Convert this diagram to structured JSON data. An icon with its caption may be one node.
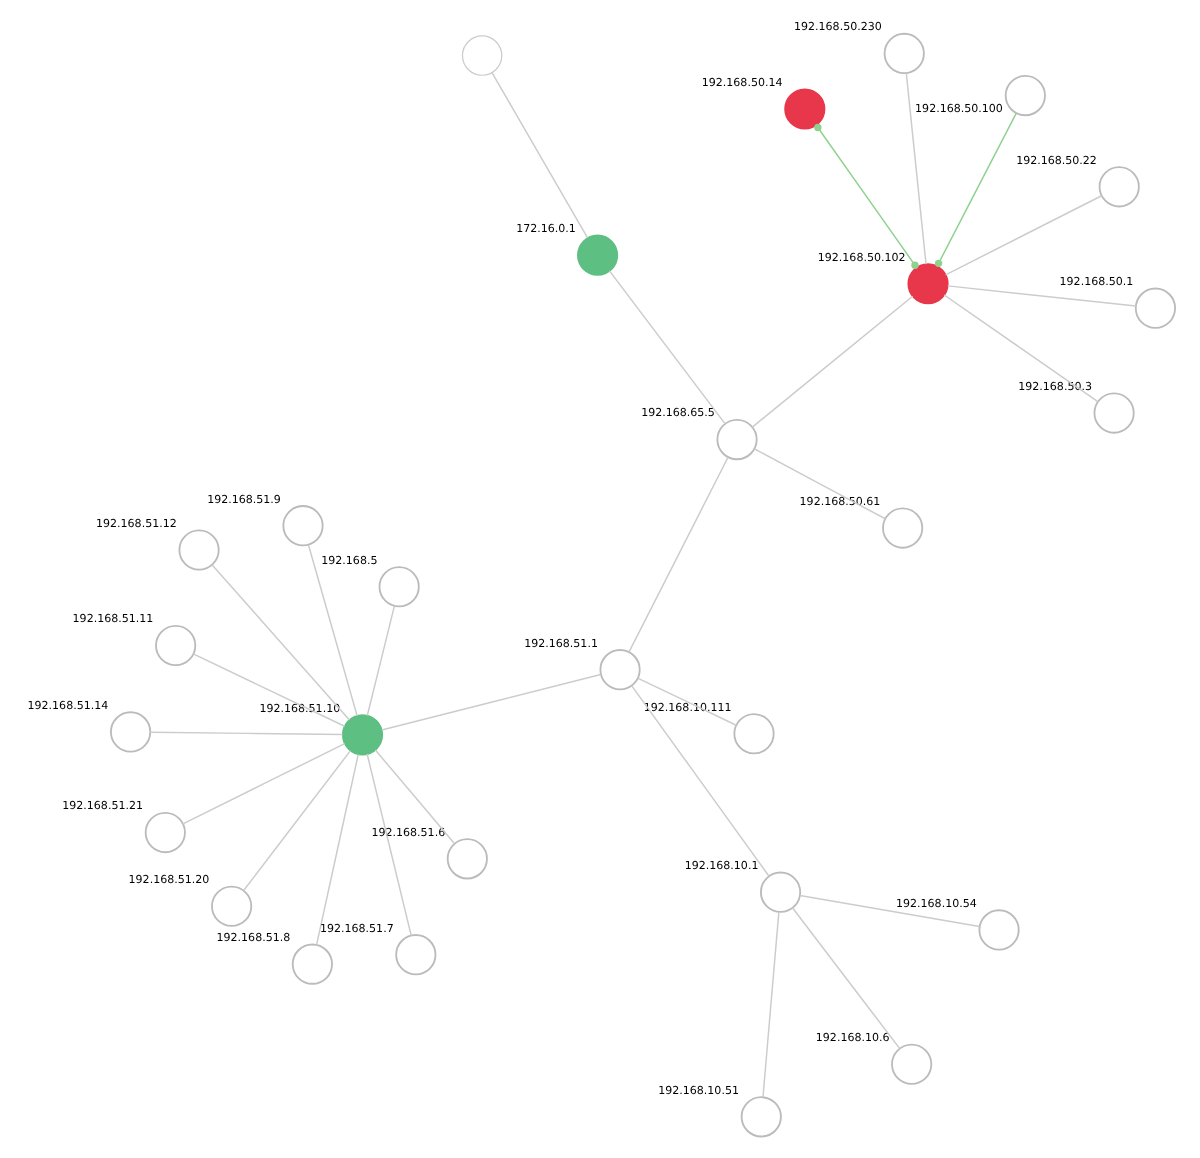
{
  "diagram": {
    "nodes": [
      {
        "text": [],
        "shape": "circle"
      },
      {
        "text": [
          "172.16.0.1"
        ]
      },
      {
        "text": [
          "192.168.50.61"
        ]
      },
      {
        "text": [
          "192.168.65.5"
        ]
      },
      {
        "text": [
          "192.168.51.1"
        ]
      },
      {
        "text": [
          "192.168.10.111"
        ]
      },
      {
        "text": [
          "192.168.10.1"
        ]
      },
      {
        "text": [
          "192.168.10.54"
        ]
      },
      {
        "text": [
          "192.168.10.51"
        ]
      },
      {
        "text": [
          "192.168.10.6"
        ]
      },
      {
        "text": [
          "192.168.51.10"
        ]
      },
      {
        "text": [
          "192.168.51.21"
        ]
      },
      {
        "text": [
          "192.168.51.6"
        ]
      },
      {
        "text": [
          "192.168.5"
        ]
      },
      {
        "text": [
          "192.168.51.9"
        ]
      },
      {
        "text": [
          "192.168.51.8"
        ]
      },
      {
        "text": [
          "192.168.51.7"
        ]
      },
      {
        "text": [
          "192.168.51.12"
        ]
      },
      {
        "text": [
          "192.168.51.14"
        ]
      },
      {
        "text": [
          "192.168.51.11"
        ]
      },
      {
        "text": [
          "192.168.51.20"
        ]
      },
      {
        "text": [
          "192.168.50.102"
        ]
      },
      {
        "text": [
          "192.168.50.100"
        ]
      },
      {
        "text": [
          "192.168.50.22"
        ]
      },
      {
        "text": [
          "192.168.50.230"
        ]
      },
      {
        "text": [
          "192.168.50.3"
        ]
      },
      {
        "text": [
          "192.168.50.1"
        ]
      },
      {
        "text": [
          "192.168.50.14"
        ]
      }
    ],
    "edges": [
      {
        "from": 0,
        "to": 1,
        "arrow": "none"
      },
      {
        "from": 1,
        "to": 3,
        "arrow": "none"
      },
      {
        "from": 2,
        "to": 3,
        "arrow": "none"
      },
      {
        "from": 3,
        "to": 4,
        "arrow": "none"
      },
      {
        "from": 4,
        "to": 5,
        "arrow": "none"
      },
      {
        "from": 4,
        "to": 6,
        "arrow": "none"
      },
      {
        "from": 6,
        "to": 7,
        "arrow": "none"
      },
      {
        "from": 6,
        "to": 8,
        "arrow": "none"
      },
      {
        "from": 6,
        "to": 9,
        "arrow": "none"
      },
      {
        "from": 4,
        "to": 10,
        "arrow": "none"
      },
      {
        "from": 10,
        "to": 11,
        "arrow": "none"
      },
      {
        "from": 10,
        "to": 12,
        "arrow": "none"
      },
      {
        "from": 10,
        "to": 13,
        "arrow": "none"
      },
      {
        "from": 10,
        "to": 14,
        "arrow": "none"
      },
      {
        "from": 10,
        "to": 15,
        "arrow": "none"
      },
      {
        "from": 10,
        "to": 16,
        "arrow": "none"
      },
      {
        "from": 10,
        "to": 17,
        "arrow": "none"
      },
      {
        "from": 10,
        "to": 18,
        "arrow": "none"
      },
      {
        "from": 10,
        "to": 19,
        "arrow": "none"
      },
      {
        "from": 10,
        "to": 20,
        "arrow": "none"
      },
      {
        "from": 3,
        "to": 21,
        "arrow": "none"
      },
      {
        "from": 22,
        "to": 21,
        "arrow": "other",
        "color": "#8fd18f"
      },
      {
        "from": 21,
        "to": 23,
        "arrow": "none"
      },
      {
        "from": 21,
        "to": 24,
        "arrow": "none"
      },
      {
        "from": 21,
        "to": 25,
        "arrow": "none"
      },
      {
        "from": 21,
        "to": 26,
        "arrow": "none"
      },
      {
        "from": 21,
        "to": 27,
        "arrow": "other",
        "color": "#8fd18f"
      }
    ]
  }
}
